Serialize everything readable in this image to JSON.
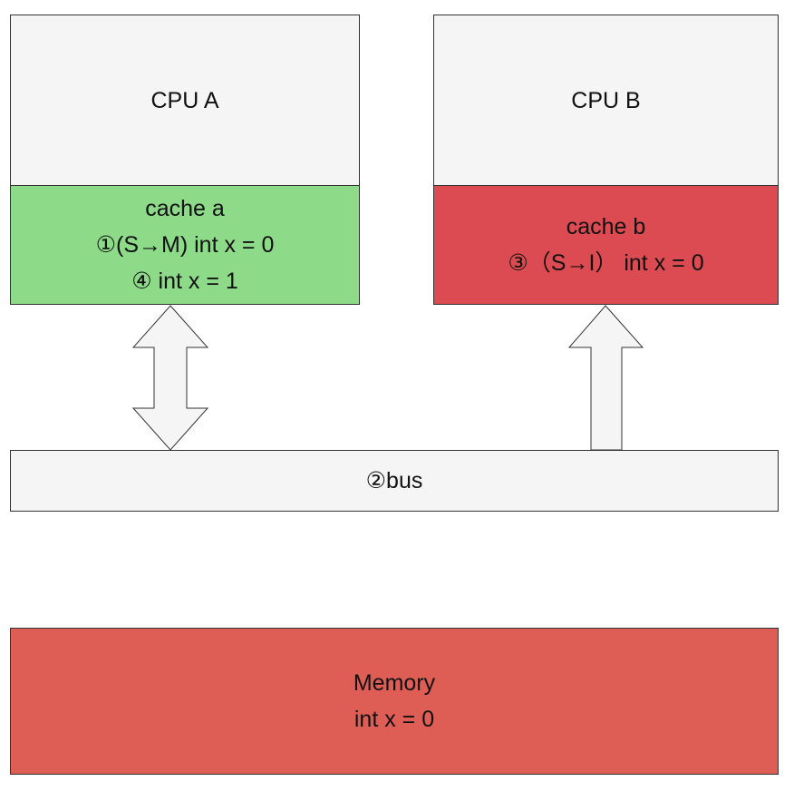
{
  "cpu_a": {
    "label": "CPU A"
  },
  "cpu_b": {
    "label": "CPU B"
  },
  "cache_a": {
    "title": "cache a",
    "step1": "①(S→M) int x = 0",
    "step4": "④ int x = 1"
  },
  "cache_b": {
    "title": "cache b",
    "step3": "③（S→I） int x = 0"
  },
  "bus": {
    "label": "②bus"
  },
  "memory": {
    "title": "Memory",
    "value": "int x = 0"
  },
  "colors": {
    "cpu_fill": "#f5f5f5",
    "cache_a_fill": "#8dda88",
    "cache_b_fill": "#dd4b52",
    "memory_fill": "#de5e56",
    "bus_fill": "#f5f5f5"
  }
}
